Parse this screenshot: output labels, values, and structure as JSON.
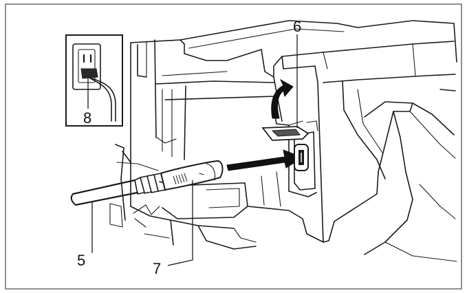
{
  "callouts": {
    "label_5": "5",
    "label_6": "6",
    "label_7": "7",
    "label_8": "8"
  },
  "colors": {
    "line": "#1a1a1a",
    "frame": "#6a6a6a",
    "background": "#ffffff"
  }
}
